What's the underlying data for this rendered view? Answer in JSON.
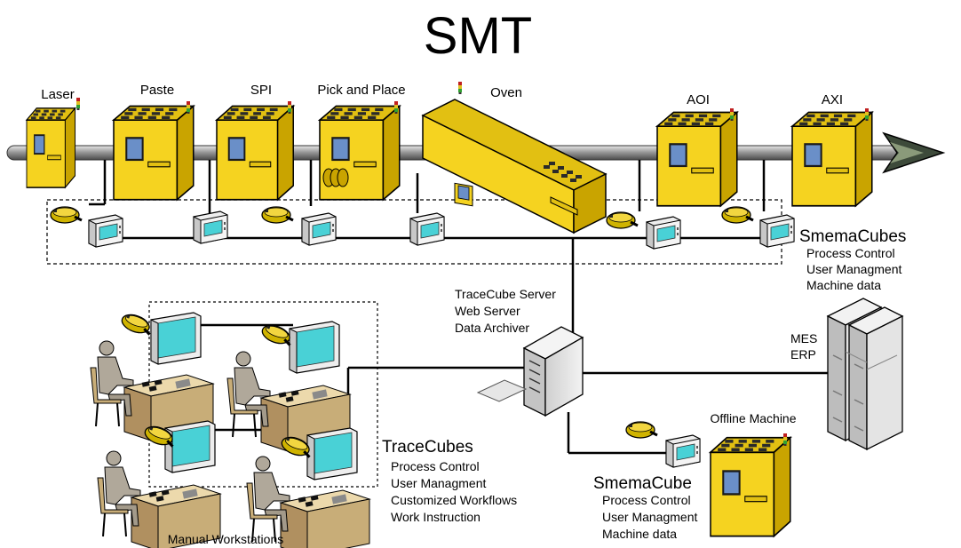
{
  "title": "SMT",
  "machines": {
    "laser": "Laser",
    "paste": "Paste",
    "spi": "SPI",
    "pick_and_place": "Pick and Place",
    "oven": "Oven",
    "aoi": "AOI",
    "axi": "AXI",
    "offline": "Offline Machine"
  },
  "smemacubes": {
    "title": "SmemaCubes",
    "lines": [
      "Process Control",
      "User Managment",
      "Machine data"
    ]
  },
  "server": {
    "lines": [
      "TraceCube Server",
      "Web Server",
      "Data Archiver"
    ]
  },
  "mes": {
    "lines": [
      "MES",
      "ERP"
    ]
  },
  "tracecubes": {
    "title": "TraceCubes",
    "lines": [
      "Process Control",
      "User Managment",
      "Customized Workflows",
      "Work Instruction"
    ]
  },
  "smemacube": {
    "title": "SmemaCube",
    "lines": [
      "Process Control",
      "User Managment",
      "Machine data"
    ]
  },
  "workstations": {
    "label": "Manual Workstations"
  },
  "colors": {
    "machine_front": "#f5d320",
    "machine_side": "#c9a400",
    "machine_top": "#e2c012",
    "screen": "#6a8fc8",
    "cube_screen": "#49d1d6",
    "conveyor": "#8a8a8a",
    "arrow": "#3d4a3a"
  }
}
